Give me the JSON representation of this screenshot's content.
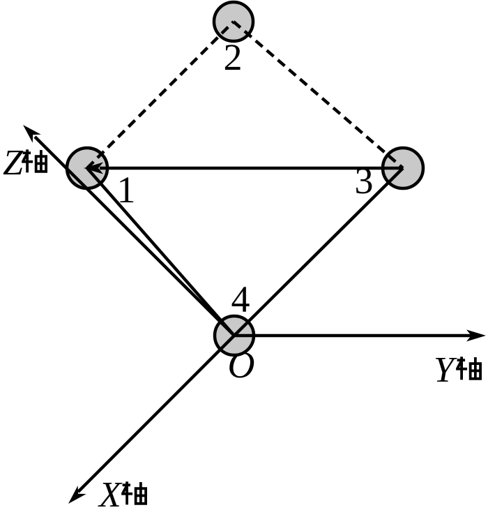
{
  "figure": {
    "background_color": "#ffffff",
    "line_color": "#000000",
    "node_fill_color": "#c9c9c9",
    "nodes": [
      {
        "id": "1",
        "label": "1"
      },
      {
        "id": "2",
        "label": "2"
      },
      {
        "id": "3",
        "label": "3"
      },
      {
        "id": "4",
        "label": "4"
      }
    ],
    "origin_label": "O",
    "axes": [
      {
        "letter": "Z",
        "suffix": "轴",
        "label": "Z轴"
      },
      {
        "letter": "Y",
        "suffix": "轴",
        "label": "Y轴"
      },
      {
        "letter": "X",
        "suffix": "轴",
        "label": "X轴"
      }
    ],
    "edges": [
      {
        "from": "3",
        "to": "1",
        "style": "solid",
        "arrowhead_at": "1"
      },
      {
        "from": "4",
        "to": "1",
        "style": "solid"
      },
      {
        "from": "4",
        "to": "3",
        "style": "solid"
      },
      {
        "from": "1",
        "to": "2",
        "style": "dashed"
      },
      {
        "from": "2",
        "to": "3",
        "style": "dashed"
      }
    ]
  }
}
